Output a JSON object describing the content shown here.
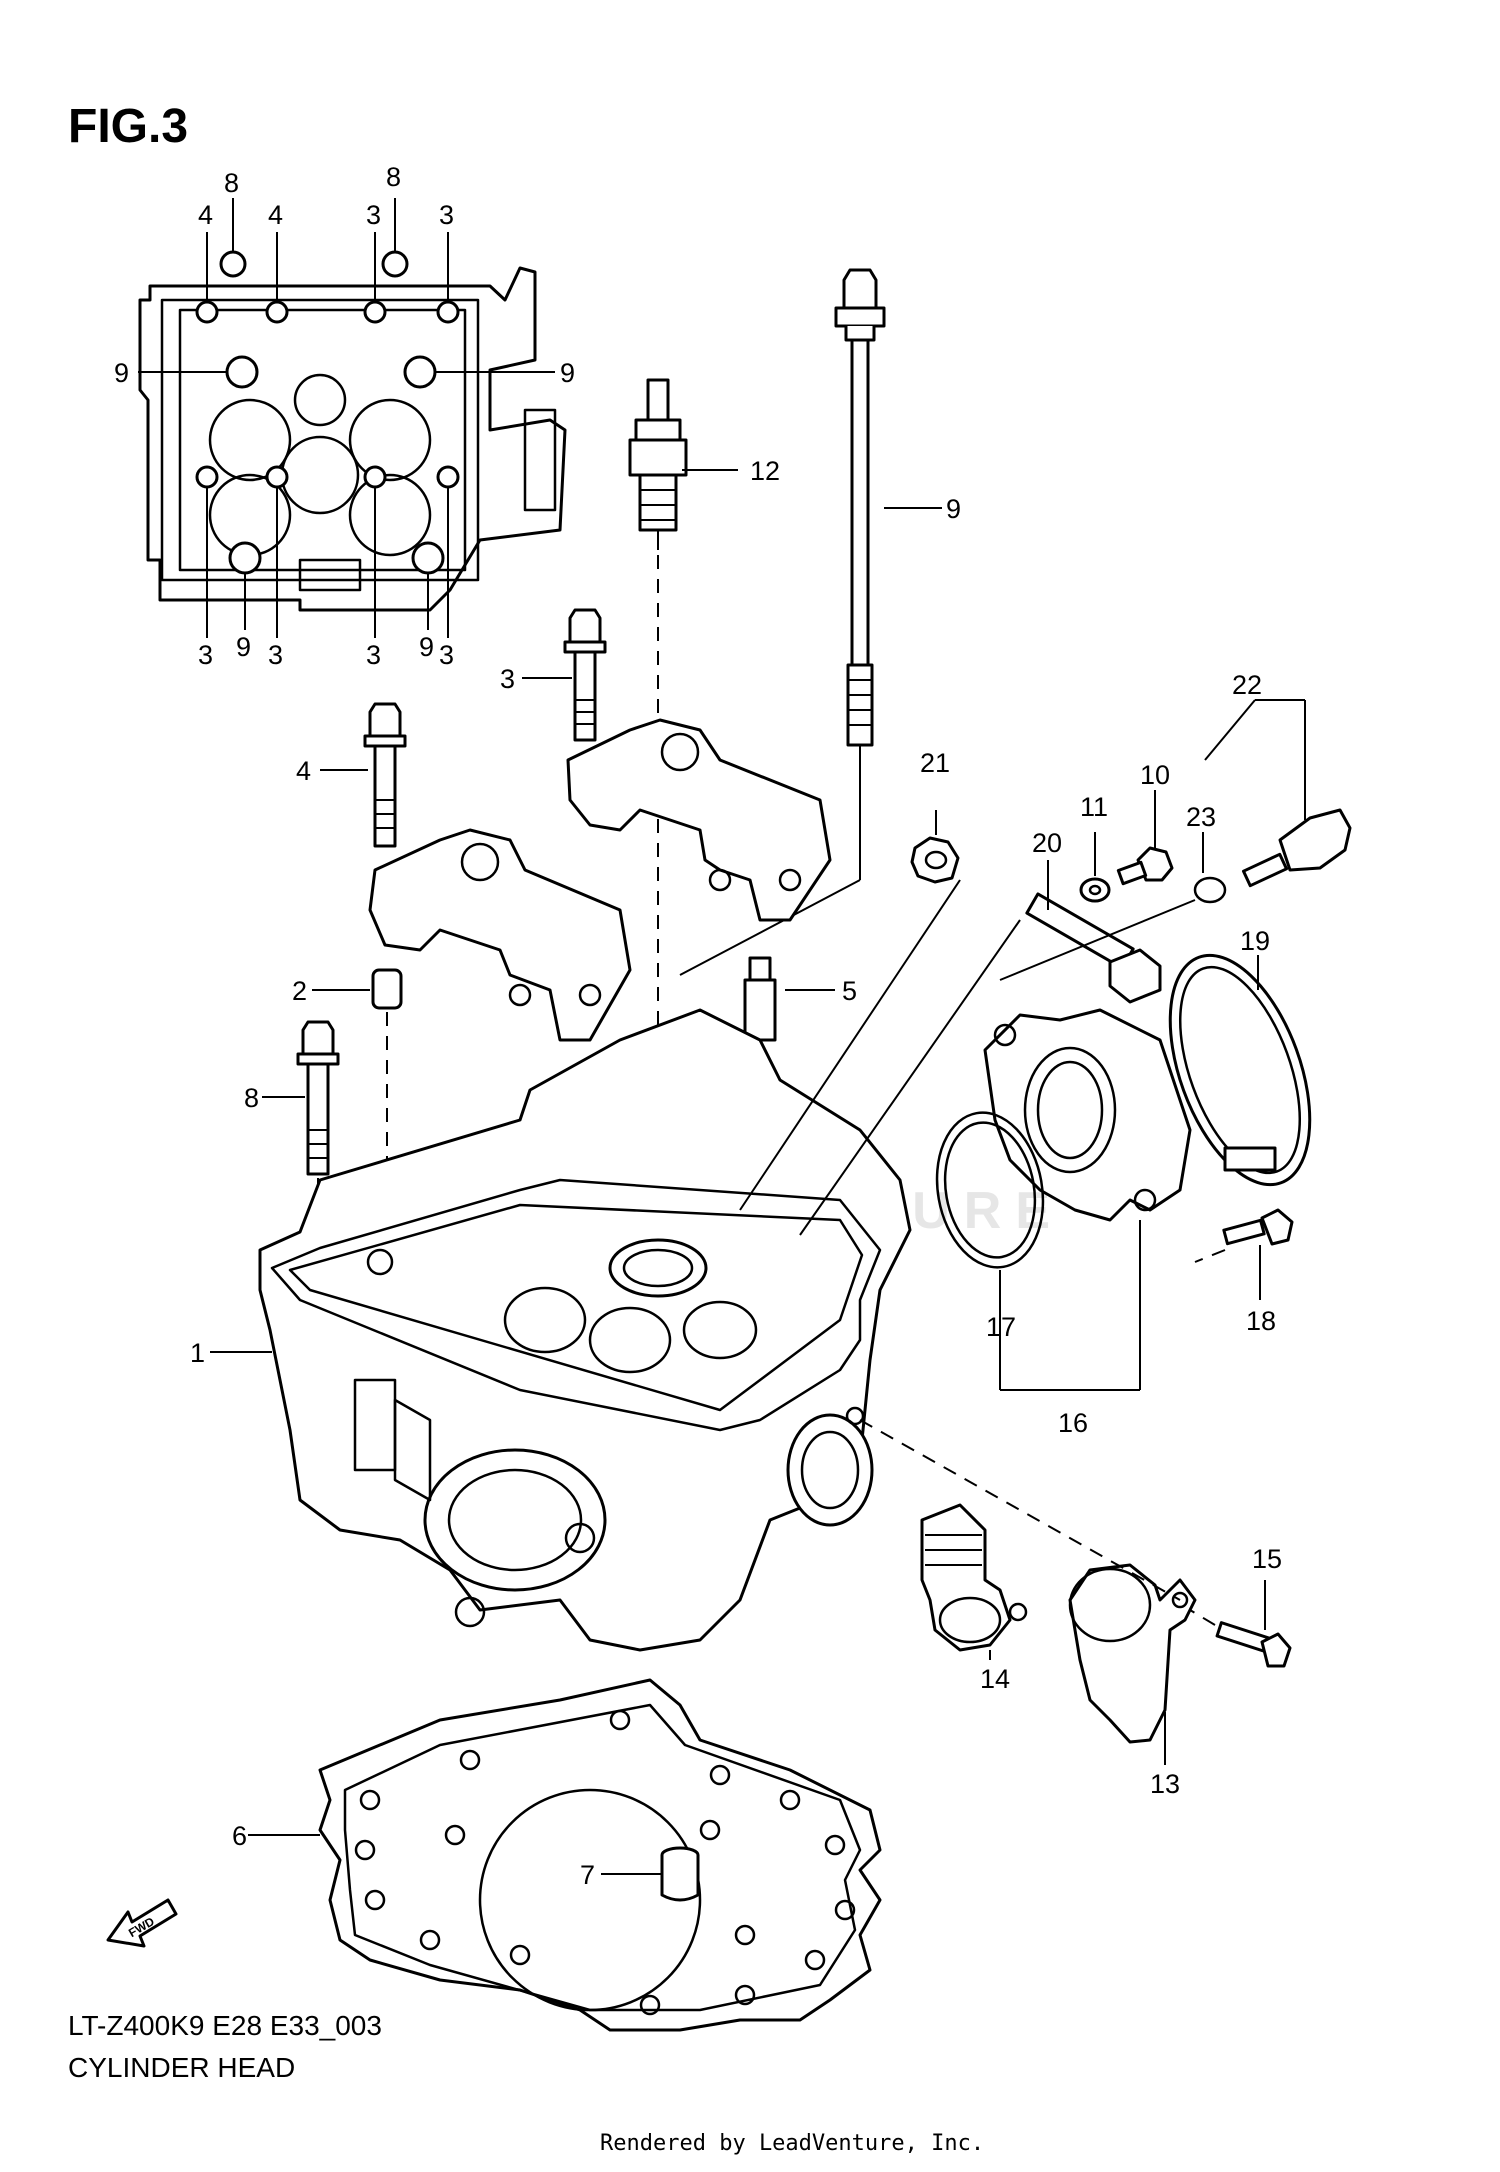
{
  "figure": {
    "title": "FIG.3",
    "model_code": "LT-Z400K9  E28  E33_003",
    "caption": "CYLINDER HEAD",
    "footer": "Rendered by LeadVenture, Inc.",
    "watermark": "LEADVENTURE"
  },
  "inset_labels": {
    "top": [
      "8",
      "8",
      "4",
      "4",
      "3",
      "3"
    ],
    "side": [
      "9",
      "9"
    ],
    "bottom": [
      "3",
      "9",
      "3",
      "3",
      "9",
      "3"
    ]
  },
  "callouts": [
    "1",
    "2",
    "3",
    "4",
    "5",
    "6",
    "7",
    "8",
    "9",
    "10",
    "11",
    "12",
    "13",
    "14",
    "15",
    "16",
    "17",
    "18",
    "19",
    "20",
    "21",
    "22",
    "23"
  ],
  "icons": {
    "fwd_arrow": "fwd-arrow-icon",
    "fwd_text": "FWD"
  }
}
